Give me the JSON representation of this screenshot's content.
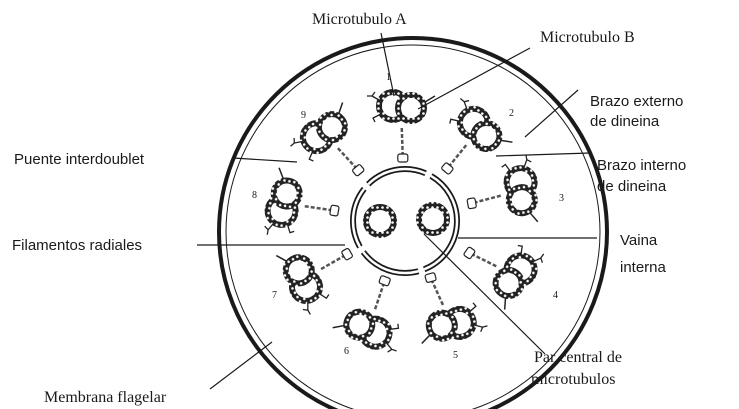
{
  "labels": {
    "microtubulo_a": "Microtubulo A",
    "microtubulo_b": "Microtubulo B",
    "brazo_externo_1": "Brazo externo",
    "brazo_externo_2": "de dineina",
    "brazo_interno_1": "Brazo interno",
    "brazo_interno_2": "de dineina",
    "puente": "Puente interdoublet",
    "filamentos": "Filamentos radiales",
    "vaina_1": "Vaina",
    "vaina_2": "interna",
    "par_central_1": "Par central de",
    "par_central_2": "microtubulos",
    "membrana": "Membrana flagelar"
  },
  "doublet_numbers": [
    "1",
    "2",
    "3",
    "4",
    "5",
    "6",
    "7",
    "8",
    "9"
  ]
}
